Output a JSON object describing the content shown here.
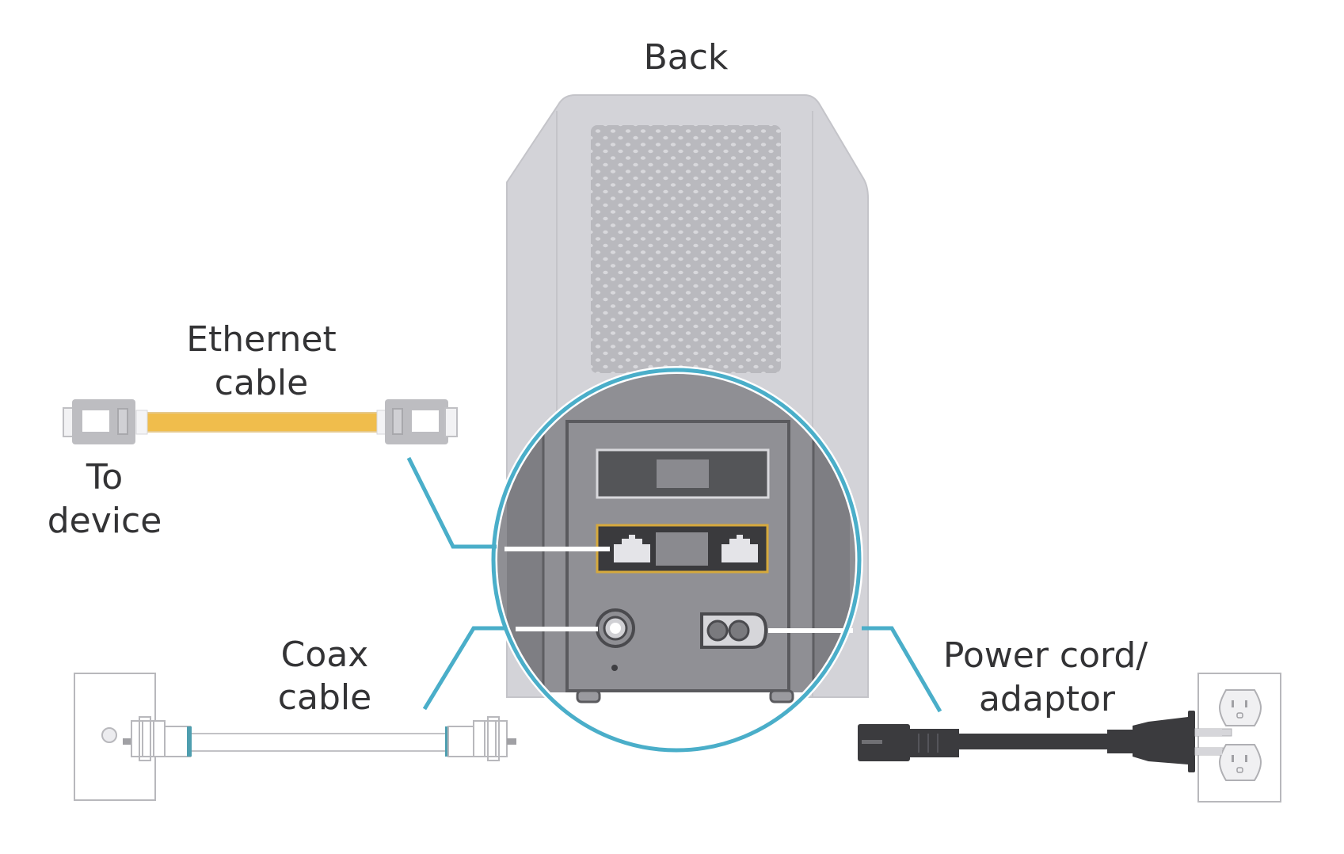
{
  "title": "Back",
  "labels": {
    "ethernet": [
      "Ethernet",
      "cable"
    ],
    "to_device": [
      "To",
      "device"
    ],
    "coax": [
      "Coax",
      "cable"
    ],
    "power": [
      "Power cord/",
      "adaptor"
    ]
  },
  "components": {
    "device": "gateway-back-view",
    "ports": [
      "ethernet-port-1",
      "ethernet-port-2",
      "coax-port",
      "power-port",
      "reset-hole"
    ],
    "cables": [
      "ethernet-cable",
      "coax-cable",
      "power-cord"
    ],
    "wall": [
      "coax-wall-plate",
      "power-outlet"
    ]
  },
  "colors": {
    "callout": "#4aaec9",
    "ethernet_cable": "#f0bd4c",
    "ethernet_highlight": "#d6a93c",
    "device_body": "#d3d3d8",
    "device_panel": "#8e8e93",
    "power_cord": "#3b3b3e",
    "text": "#333335"
  }
}
